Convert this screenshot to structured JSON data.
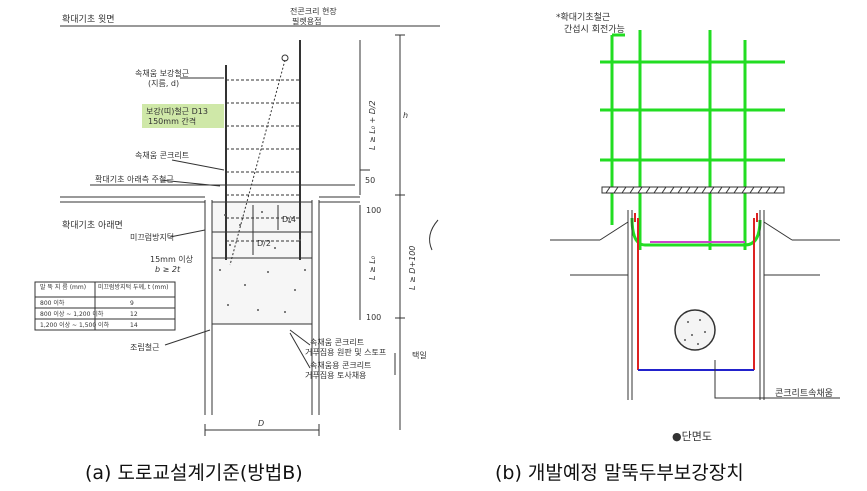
{
  "left": {
    "section_top": "확대기초 윗면",
    "lbl_existing": "전콘크리 현장",
    "lbl_existing2": "필렛용접",
    "lbl_bracket1": "속채움 보강철근",
    "lbl_bracket2": "(지름, d)",
    "lbl_rebar1": "보강(띠)철근 D13",
    "lbl_rebar2": "150mm 간격",
    "lbl_fill": "속채움 콘크리트",
    "lbl_bottom_main": "확대기초 아래측 주철근",
    "section_bottom": "확대기초 아래면",
    "lbl_anchor": "미끄럼방지턱",
    "lbl_15mm": "15mm 이상",
    "lbl_b": "b ≥ 2t",
    "lbl_assembly": "조립철근",
    "lbl_note_a1": "속채움 콘크리트",
    "lbl_note_a2": "거푸집용 원판 및 스토프",
    "lbl_note_b1": "속채움용 콘크리트",
    "lbl_note_b2": "거푸집용 토사채용",
    "lbl_side": "택일",
    "dim_h": "h",
    "dim_50": "50",
    "dim_100a": "100",
    "dim_100b": "100",
    "dim_d4": "D/4",
    "dim_d2": "D/2",
    "dim_l1": "L ≥ L₀ + D/2",
    "dim_l2": "L ≥ L₀",
    "dim_l3": "L ≥ D+100",
    "dim_D": "D",
    "table_headers": [
      "말 뚝 지 름\n(mm)",
      "미끄럼방지턱 두께, t\n(mm)"
    ],
    "table_rows": [
      [
        "800 이하",
        "9"
      ],
      [
        "800 이상 ~ 1,200 이하",
        "12"
      ],
      [
        "1,200 이상 ~ 1,500 이하",
        "14"
      ]
    ]
  },
  "right": {
    "note1": "*확대기초철근",
    "note2": "간섭시 회전가능",
    "lbl_concrete": "콘크리트속채움",
    "lbl_section": "●단면도"
  },
  "captions": {
    "a": "(a) 도로교설계기준(방법B)",
    "b": "(b) 개발예정 말뚝두부보강장치"
  },
  "colors": {
    "green_rebar": "#22dd22",
    "red_line": "#dd2222",
    "blue_line": "#2222cc",
    "magenta_line": "#cc44cc",
    "highlight": "#cfe8a8",
    "ink": "#333333"
  }
}
